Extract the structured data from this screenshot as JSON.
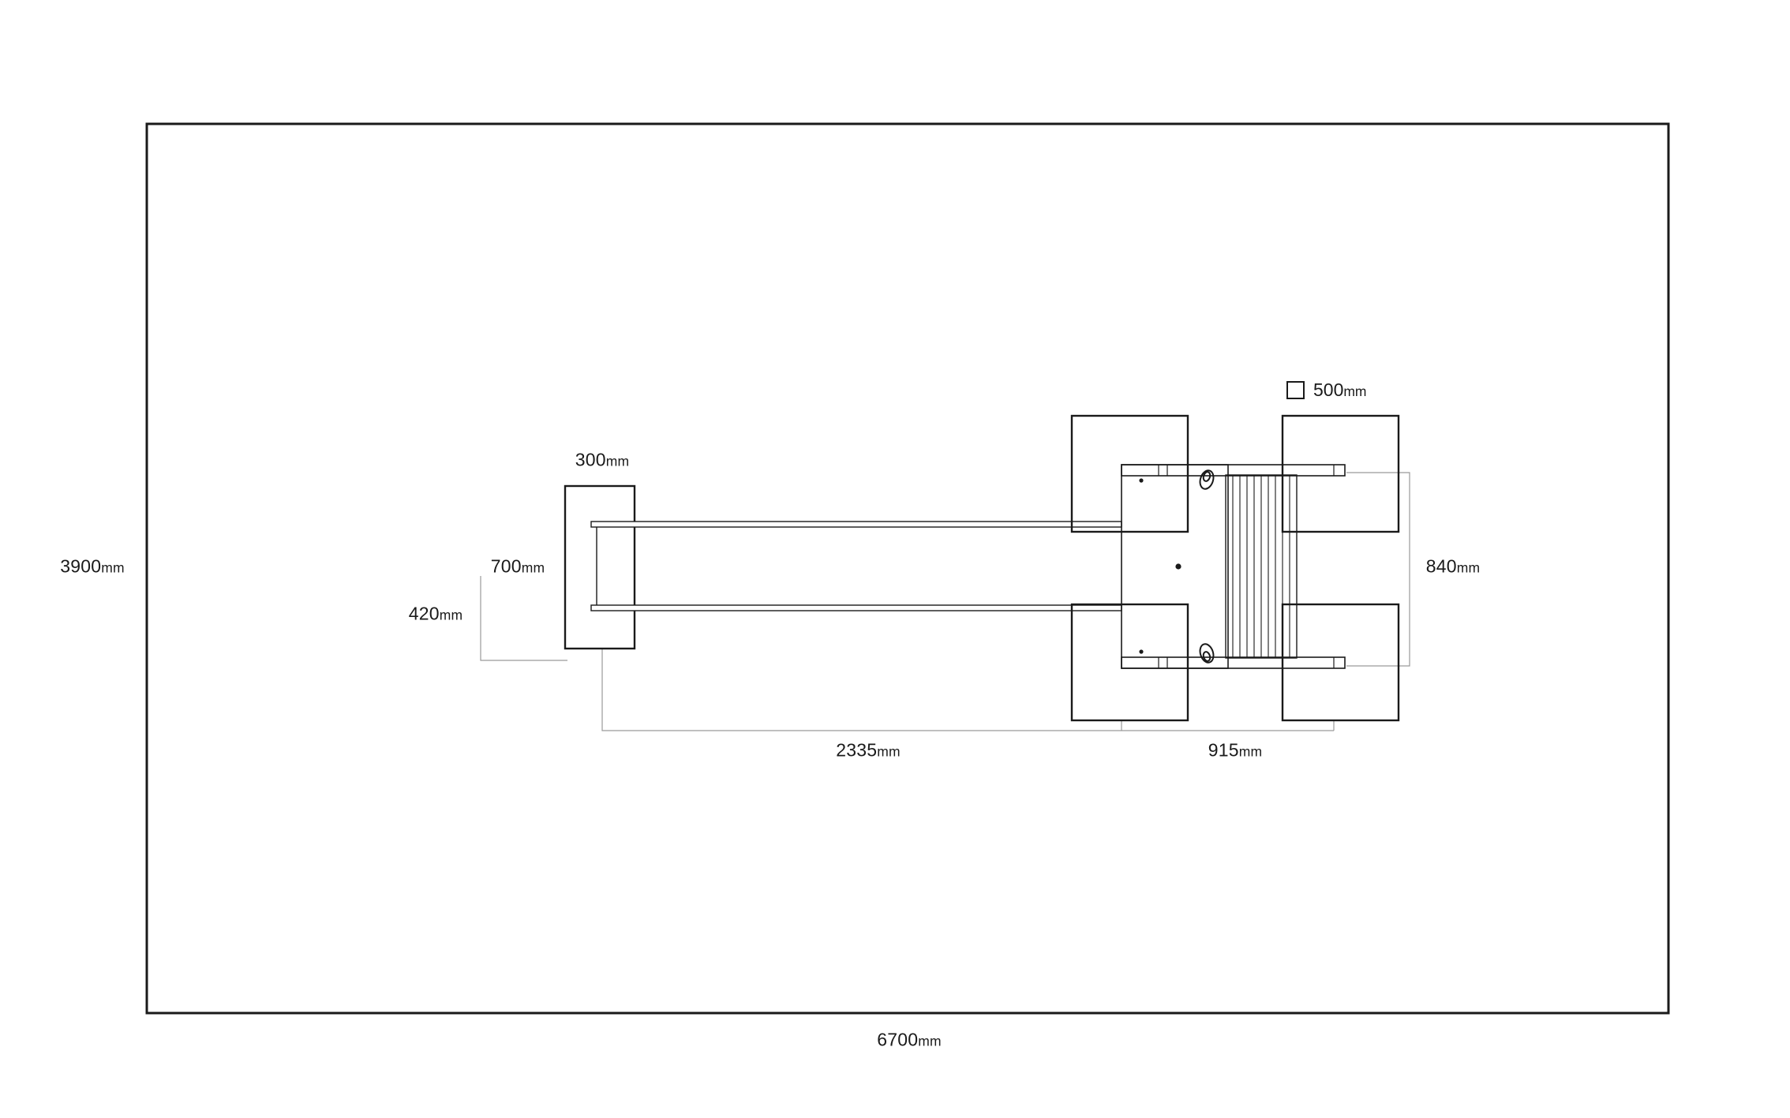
{
  "drawing": {
    "type": "plan-view-dimension-drawing",
    "line_color": "#1a1a1a",
    "extension_line_color": "#9a9a9a",
    "background": "#ffffff"
  },
  "legend": {
    "pad": {
      "value": "500",
      "unit": "mm"
    }
  },
  "dims": {
    "room_height": {
      "value": "3900",
      "unit": "mm"
    },
    "room_width": {
      "value": "6700",
      "unit": "mm"
    },
    "anchor_width": {
      "value": "300",
      "unit": "mm"
    },
    "rail_outer": {
      "value": "700",
      "unit": "mm"
    },
    "rail_inner": {
      "value": "420",
      "unit": "mm"
    },
    "frame_width": {
      "value": "840",
      "unit": "mm"
    },
    "rail_length": {
      "value": "2335",
      "unit": "mm"
    },
    "frame_length": {
      "value": "915",
      "unit": "mm"
    }
  }
}
